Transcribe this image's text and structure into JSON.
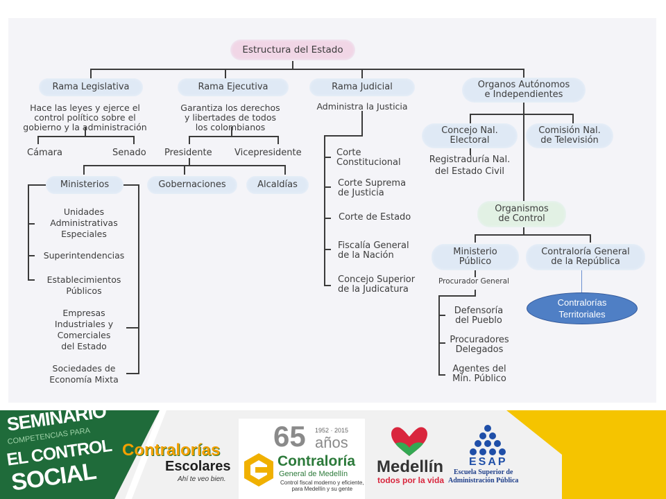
{
  "colors": {
    "pill_blue": "#dfe9f5",
    "pill_pink": "#f1d6e6",
    "pill_green": "#e2f1e4",
    "line": "#3a3a3a",
    "callout_blue": "#4f7fc5",
    "footer_green": "#1f6b3a",
    "footer_yellow": "#f5c400"
  },
  "diagram": {
    "root": "Estructura del Estado",
    "legislativa": {
      "title": "Rama Legislativa",
      "desc": [
        "Hace las leyes y ejerce el",
        "control político sobre el",
        "gobierno y la administración"
      ],
      "camara": "Cámara",
      "senado": "Senado"
    },
    "ejecutiva": {
      "title": "Rama Ejecutiva",
      "desc": [
        "Garantiza los derechos",
        "y libertades de todos",
        "los colombianos"
      ],
      "presidente": "Presidente",
      "vicepresidente": "Vicepresidente",
      "ministerios": "Ministerios",
      "gobernaciones": "Gobernaciones",
      "alcaldias": "Alcaldías",
      "entidades": [
        [
          "Unidades",
          "Administrativas",
          "Especiales"
        ],
        [
          "Superintendencias"
        ],
        [
          "Establecimientos",
          "Públicos"
        ],
        [
          "Empresas",
          "Industriales y",
          "Comerciales",
          "del Estado"
        ],
        [
          "Sociedades de",
          "Economía Mixta"
        ]
      ]
    },
    "judicial": {
      "title": "Rama Judicial",
      "desc": "Administra la Justicia",
      "cortes": [
        [
          "Corte",
          "Constitucional"
        ],
        [
          "Corte Suprema",
          "de Justicia"
        ],
        [
          "Corte de Estado"
        ],
        [
          "Fiscalía General",
          "de la Nación"
        ],
        [
          "Concejo Superior",
          "de la Judicatura"
        ]
      ]
    },
    "organos": {
      "title": [
        "Organos Autónomos",
        "e Independientes"
      ],
      "concejo_electoral": [
        "Concejo Nal.",
        "Electoral"
      ],
      "registraduria": [
        "Registraduría Nal.",
        "del Estado Civil"
      ],
      "comision_tv": [
        "Comisión Nal.",
        "de Televisión"
      ],
      "control": [
        "Organismos",
        "de Control"
      ],
      "ministerio_publico": [
        "Ministerio",
        "Público"
      ],
      "procurador": "Procurador General",
      "contraloria": [
        "Contraloría General",
        "de la República"
      ],
      "ministerio_items": [
        [
          "Defensoría",
          "del Pueblo"
        ],
        [
          "Procuradores",
          "Delegados"
        ],
        [
          "Agentes del",
          "Mín. Público"
        ]
      ]
    },
    "callout": [
      "Contralorías",
      "Territoriales"
    ]
  },
  "footer": {
    "seminario": [
      "SEMINARIO",
      "COMPETENCIAS PARA",
      "EL CONTROL",
      "SOCIAL"
    ],
    "contralorias": "Contralorías",
    "escolares": "Escolares",
    "slogan": "Ahí te veo bien.",
    "anios_num": "65",
    "anios_range": "1952 · 2015",
    "anios_word": "años",
    "contraloria": "Contraloría",
    "contraloria_sub": "General de Medellín",
    "contraloria_tag": [
      "Control fiscal moderno y eficiente,",
      "para Medellín y su gente"
    ],
    "medellin": "Medellín",
    "medellin_tag": "todos por la vida",
    "esap": "ESAP",
    "esap_name": [
      "Escuela Superior de",
      "Administración Pública"
    ]
  }
}
